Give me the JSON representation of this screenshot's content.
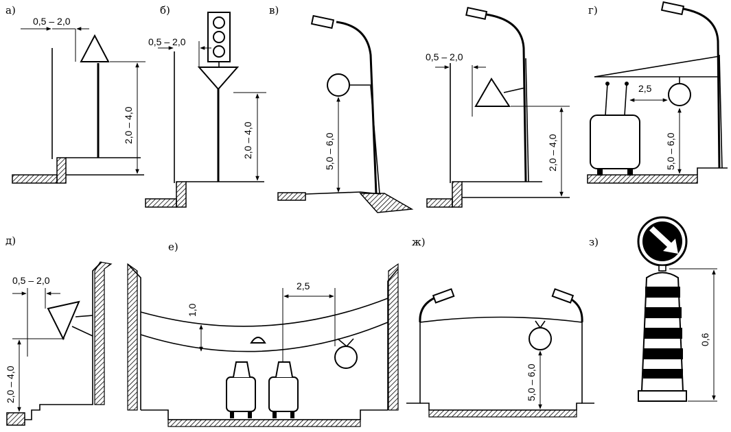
{
  "panels": {
    "a": {
      "label": "а)",
      "dim_h": "0,5 – 2,0",
      "dim_v": "2,0 – 4,0"
    },
    "b": {
      "label": "б)",
      "dim_h": "0,5 – 2,0",
      "dim_v": "2,0 – 4,0"
    },
    "v": {
      "label": "в)",
      "dim_v1": "5,0 – 6,0",
      "dim_h": "0,5 – 2,0",
      "dim_v2": "2,0 – 4,0"
    },
    "g": {
      "label": "г)",
      "dim_h": "2,5",
      "dim_v": "5,0 – 6,0"
    },
    "d": {
      "label": "д)",
      "dim_h": "0,5 – 2,0",
      "dim_v": "2,0 – 4,0"
    },
    "e": {
      "label": "е)",
      "dim_v": "1,0",
      "dim_h": "2,5"
    },
    "zh": {
      "label": "ж)",
      "dim_v": "5,0 – 6,0"
    },
    "z": {
      "label": "з)",
      "dim_v": "0,6"
    }
  }
}
